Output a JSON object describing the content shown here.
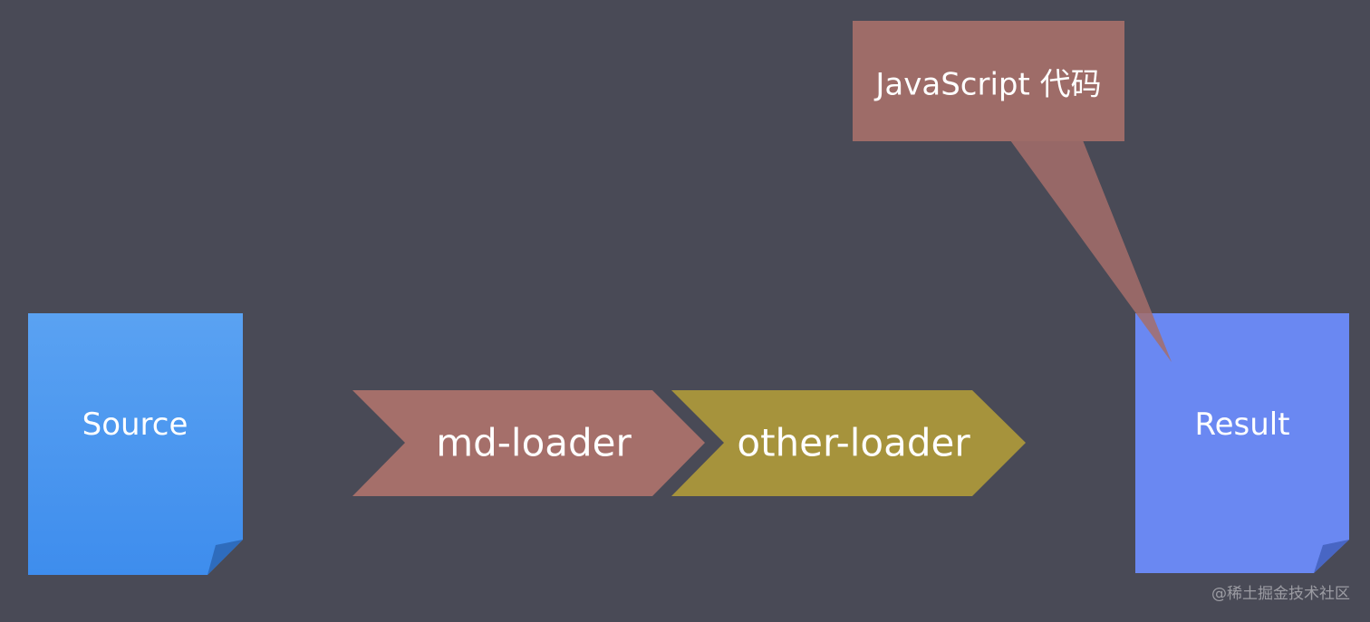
{
  "nodes": {
    "source": {
      "label": "Source",
      "color": "#4a95ee"
    },
    "result": {
      "label": "Result",
      "color": "#6a88f2"
    }
  },
  "loaders": [
    {
      "label": "md-loader",
      "color": "#a56f6a"
    },
    {
      "label": "other-loader",
      "color": "#a6933c"
    }
  ],
  "callout": {
    "label": "JavaScript 代码",
    "color": "#a56f6a"
  },
  "watermark": "@稀土掘金技术社区",
  "colors": {
    "background": "#494a56"
  }
}
